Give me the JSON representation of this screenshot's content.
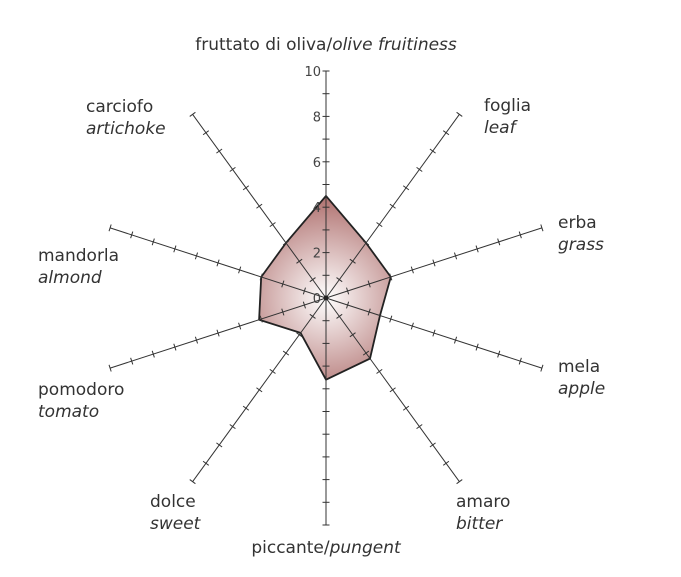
{
  "chart_data": {
    "type": "radar",
    "title": "",
    "axes": [
      {
        "it": "fruttato di oliva",
        "en": "olive fruitiness"
      },
      {
        "it": "foglia",
        "en": "leaf"
      },
      {
        "it": "erba",
        "en": "grass"
      },
      {
        "it": "mela",
        "en": "apple"
      },
      {
        "it": "amaro",
        "en": "bitter"
      },
      {
        "it": "piccante",
        "en": "pungent"
      },
      {
        "it": "dolce",
        "en": "sweet"
      },
      {
        "it": "pomodoro",
        "en": "tomato"
      },
      {
        "it": "mandorla",
        "en": "almond"
      },
      {
        "it": "carciofo",
        "en": "artichoke"
      }
    ],
    "values": [
      4.5,
      3.0,
      3.0,
      2.5,
      3.3,
      3.6,
      1.9,
      3.1,
      3.0,
      3.0
    ],
    "range": [
      0,
      10
    ],
    "tick_labels": [
      "0",
      "2",
      "4",
      "6",
      "8",
      "10"
    ],
    "tick_step": 1,
    "colors": {
      "fill_edge": "#a96563",
      "fill_center": "#ffffff",
      "line": "#222222",
      "axis": "#333333"
    }
  }
}
